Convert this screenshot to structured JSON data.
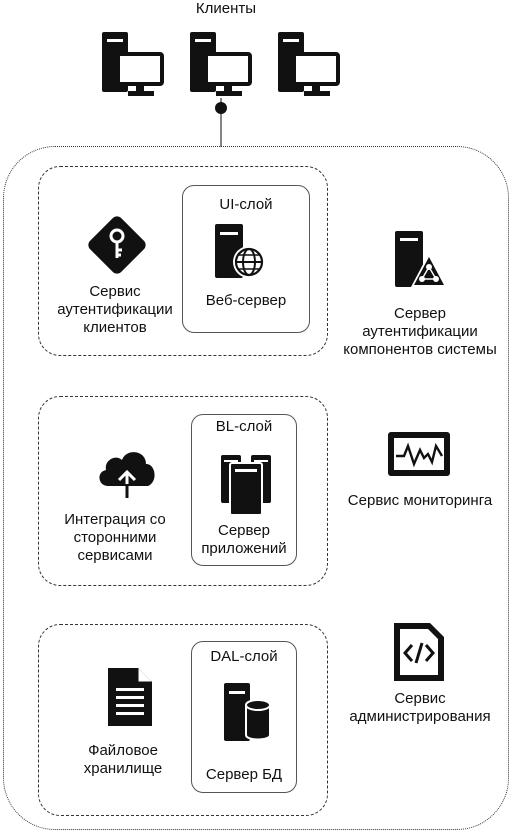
{
  "clients": {
    "title": "Клиенты",
    "icons": [
      "desktop-computer-icon",
      "desktop-computer-icon",
      "desktop-computer-icon"
    ]
  },
  "layers": [
    {
      "layer_label": "UI-слой",
      "server_label": "Веб-сервер",
      "server_icon": "web-server-globe-icon",
      "side_label": "Сервис аутентификации клиентов",
      "side_icon": "key-diamond-icon"
    },
    {
      "layer_label": "BL-слой",
      "server_label": "Сервер приложений",
      "server_icon": "application-servers-icon",
      "side_label": "Интеграция со сторонними сервисами",
      "side_icon": "cloud-upload-icon"
    },
    {
      "layer_label": "DAL-слой",
      "server_label": "Сервер БД",
      "server_icon": "database-server-icon",
      "side_label": "Файловое хранилище",
      "side_icon": "document-icon"
    }
  ],
  "right_services": [
    {
      "label": "Сервер аутентификации компонентов системы",
      "icon": "server-network-icon"
    },
    {
      "label": "Сервис мониторинга",
      "icon": "monitoring-chart-icon"
    },
    {
      "label": "Сервис администрирования",
      "icon": "code-file-icon"
    }
  ],
  "colors": {
    "icon": "#111111",
    "border": "#333333",
    "background": "#ffffff"
  }
}
